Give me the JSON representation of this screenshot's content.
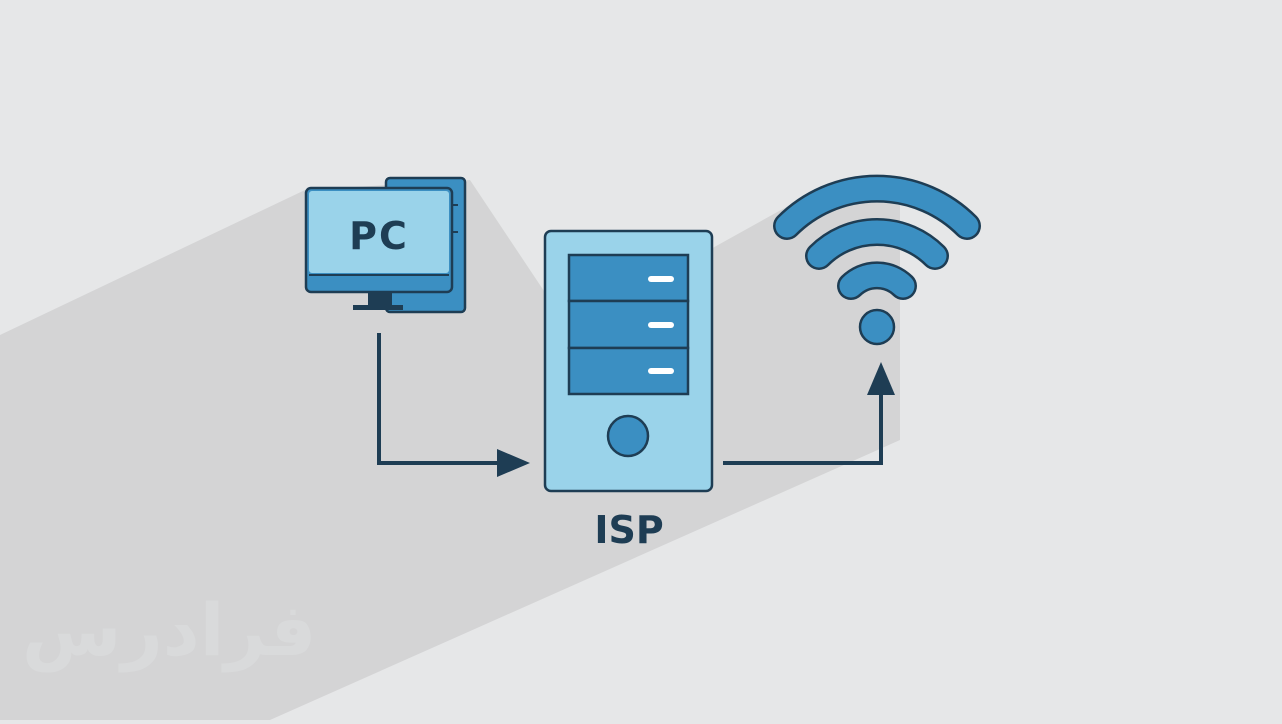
{
  "diagram": {
    "nodes": {
      "pc": {
        "label": "PC",
        "icon": "desktop-computer-icon"
      },
      "isp": {
        "label": "ISP",
        "icon": "server-tower-icon"
      },
      "wifi": {
        "icon": "wifi-icon"
      }
    },
    "edges": [
      {
        "from": "pc",
        "to": "isp"
      },
      {
        "from": "isp",
        "to": "wifi"
      }
    ]
  },
  "watermark": {
    "text": "فرادرس"
  },
  "colors": {
    "background": "#e6e7e8",
    "shadow": "#d4d4d5",
    "light_blue": "#9ad3ea",
    "mid_blue": "#3b8fc2",
    "dark_navy": "#1e3d54"
  }
}
